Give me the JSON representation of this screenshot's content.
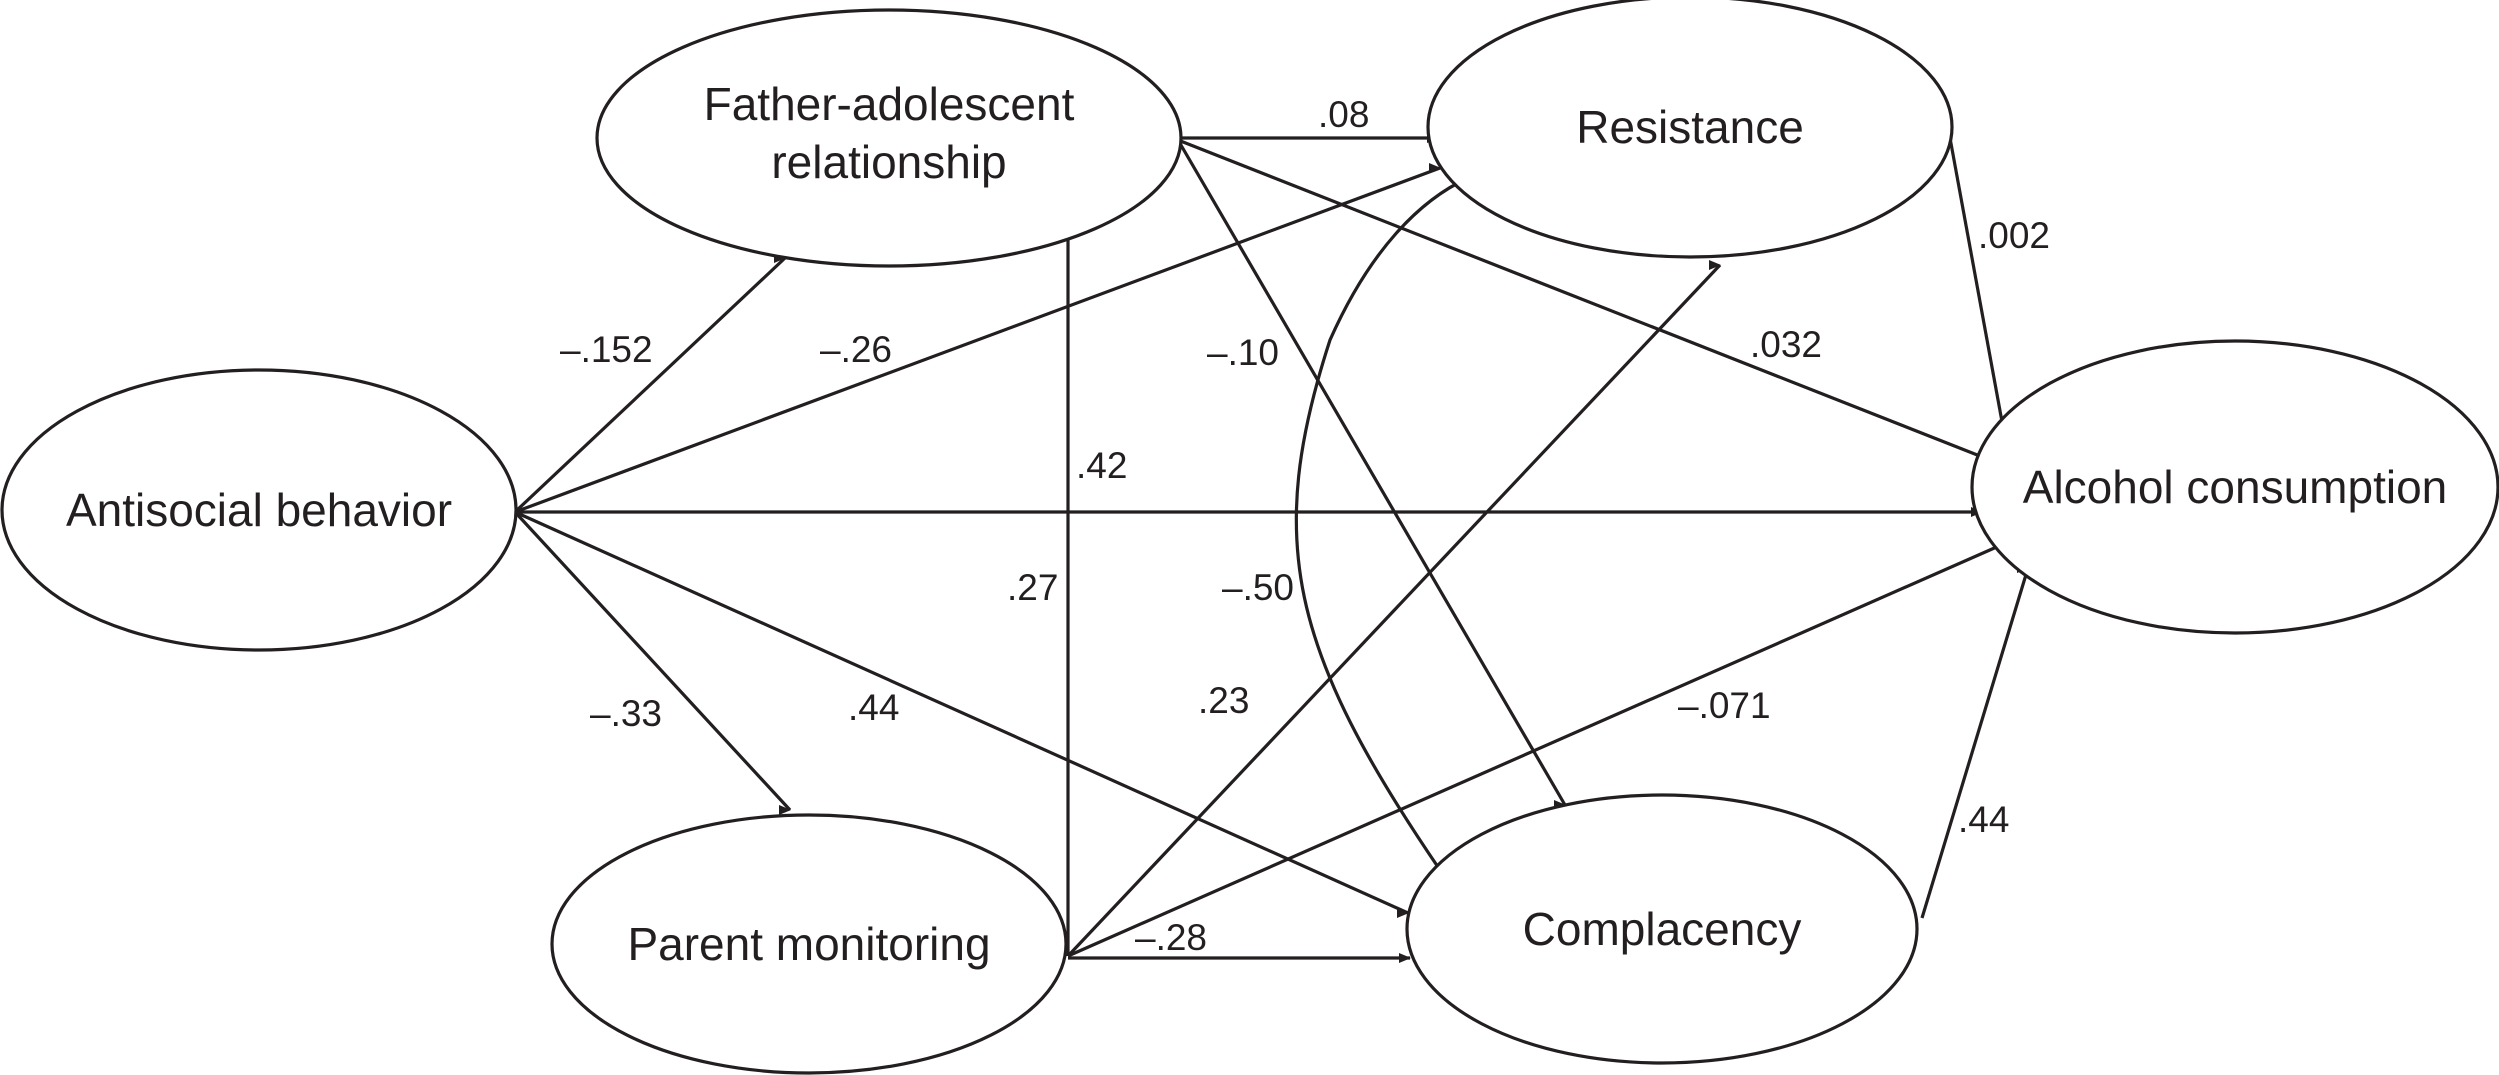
{
  "nodes": {
    "antisocial": {
      "label": "Antisocial behavior"
    },
    "father": {
      "line1": "Father-adolescent",
      "line2": "relationship"
    },
    "resistance": {
      "label": "Resistance"
    },
    "alcohol": {
      "label": "Alcohol consumption"
    },
    "monitoring": {
      "label": "Parent monitoring"
    },
    "complacency": {
      "label": "Complacency"
    }
  },
  "paths": {
    "antisocial_to_father": ".152",
    "antisocial_to_resistance": "–.26",
    "antisocial_to_monitoring": "–.33",
    "antisocial_to_complacency": ".44",
    "father_to_resistance": ".08",
    "father_to_complacency": "–.10",
    "father_to_alcohol": ".032",
    "monitoring_to_father_a": ".42",
    "monitoring_to_father_b": ".27",
    "complacency_resistance": "–.50",
    "monitoring_to_resistance": ".23",
    "monitoring_to_alcohol": "–.071",
    "monitoring_to_complacency": "–.28",
    "resistance_to_alcohol": ".002",
    "complacency_to_alcohol": ".44"
  },
  "antisocial_to_father_prefix": "–",
  "colors": {
    "line": "#231f20",
    "background": "#ffffff"
  }
}
